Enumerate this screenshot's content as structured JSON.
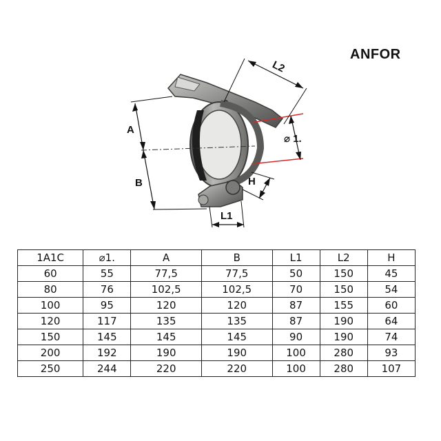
{
  "brand": "ANFOR",
  "drawing": {
    "labels": {
      "L2": "L2",
      "A": "A",
      "B": "B",
      "H": "H",
      "L1": "L1",
      "dia": "⌀ 1."
    }
  },
  "table": {
    "headers": [
      "1A1C",
      "⌀1.",
      "A",
      "B",
      "L1",
      "L2",
      "H"
    ],
    "rows": [
      [
        "60",
        "55",
        "77,5",
        "77,5",
        "50",
        "150",
        "45"
      ],
      [
        "80",
        "76",
        "102,5",
        "102,5",
        "70",
        "150",
        "54"
      ],
      [
        "100",
        "95",
        "120",
        "120",
        "87",
        "155",
        "60"
      ],
      [
        "120",
        "117",
        "135",
        "135",
        "87",
        "190",
        "64"
      ],
      [
        "150",
        "145",
        "145",
        "145",
        "90",
        "190",
        "74"
      ],
      [
        "200",
        "192",
        "190",
        "190",
        "100",
        "280",
        "93"
      ],
      [
        "250",
        "244",
        "220",
        "220",
        "100",
        "280",
        "107"
      ]
    ]
  },
  "colors": {
    "metal": "#8a8a88",
    "metal_dark": "#4a4a48",
    "red_line": "#d42a2a"
  }
}
